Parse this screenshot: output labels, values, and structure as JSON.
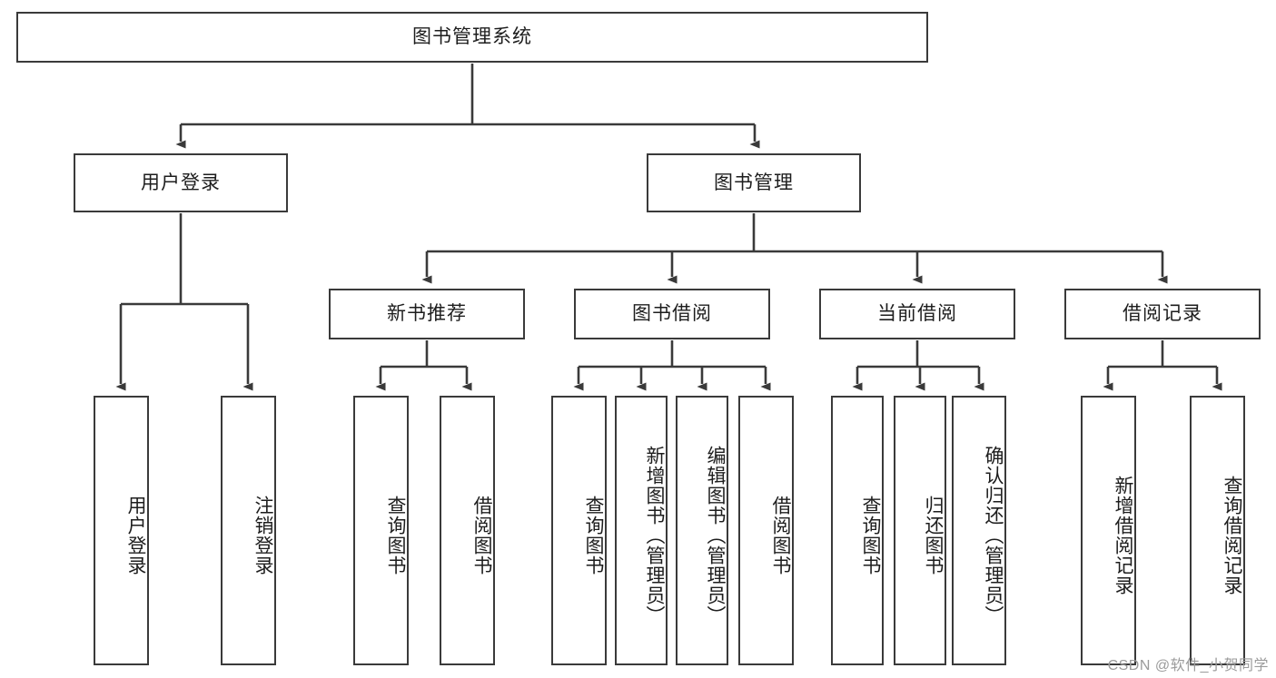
{
  "diagram": {
    "title": "图书管理系统",
    "type": "tree-hierarchy",
    "root": {
      "label": "图书管理系统"
    },
    "level2": [
      {
        "label": "用户登录"
      },
      {
        "label": "图书管理"
      }
    ],
    "level3": [
      {
        "label": "新书推荐"
      },
      {
        "label": "图书借阅"
      },
      {
        "label": "当前借阅"
      },
      {
        "label": "借阅记录"
      }
    ],
    "leaves": {
      "user_login": [
        {
          "label": "用户登录"
        },
        {
          "label": "注销登录"
        }
      ],
      "new_book_recommend": [
        {
          "label": "查询图书"
        },
        {
          "label": "借阅图书"
        }
      ],
      "book_borrow": [
        {
          "label": "查询图书"
        },
        {
          "label": "新增图书（管理员）"
        },
        {
          "label": "编辑图书（管理员）"
        },
        {
          "label": "借阅图书"
        }
      ],
      "current_borrow": [
        {
          "label": "查询图书"
        },
        {
          "label": "归还图书"
        },
        {
          "label": "确认归还（管理员）"
        }
      ],
      "borrow_record": [
        {
          "label": "新增借阅记录"
        },
        {
          "label": "查询借阅记录"
        }
      ]
    }
  },
  "watermark": {
    "text": "CSDN @软件_小贺同学"
  },
  "colors": {
    "stroke": "#3a3a3a",
    "fill": "#ffffff",
    "text": "#1d1d1d",
    "watermark": "#9b9b9b"
  }
}
